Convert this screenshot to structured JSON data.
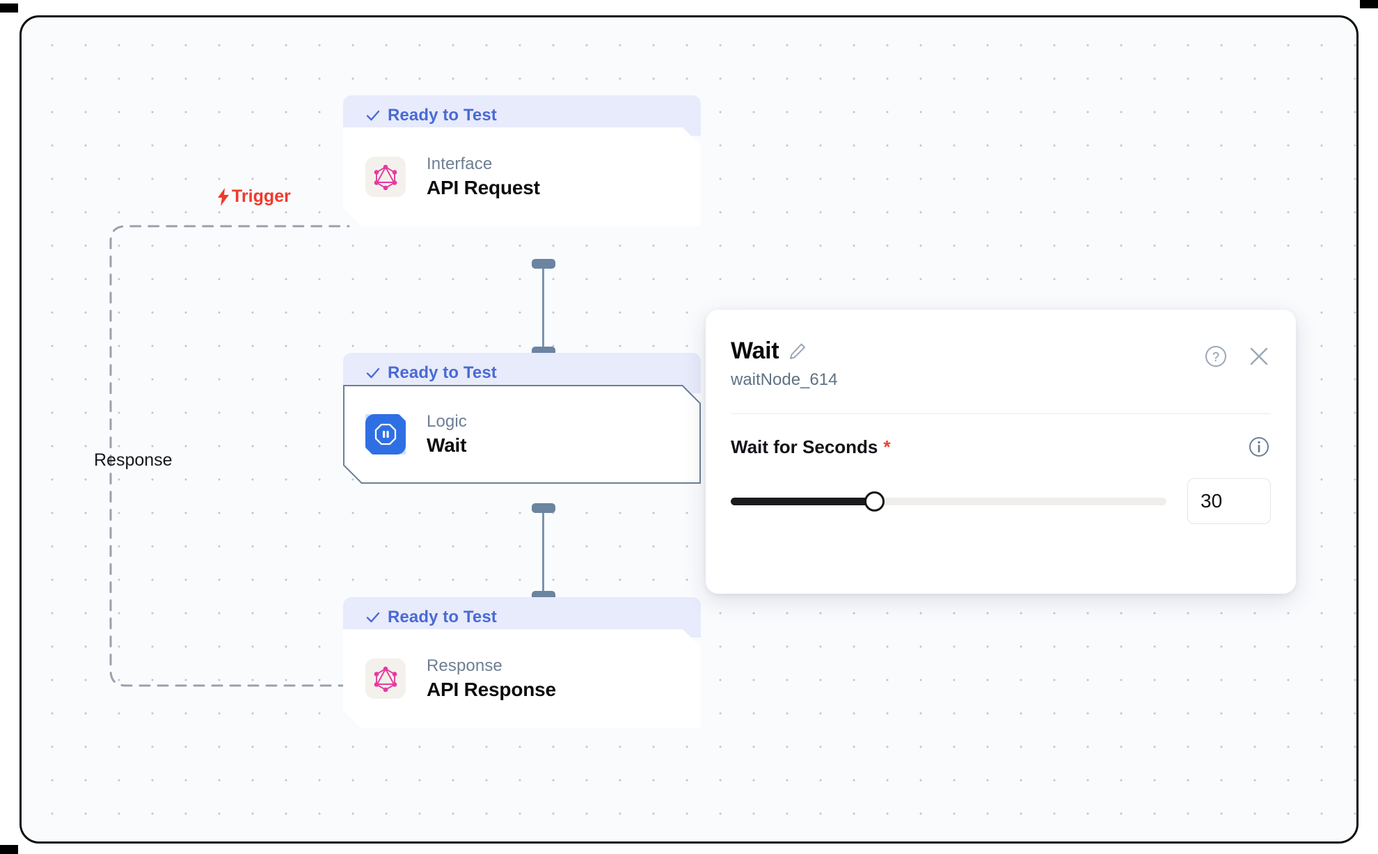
{
  "canvas": {
    "status_label": "Ready to Test",
    "nodes": [
      {
        "id": "api-request",
        "kind": "Interface",
        "title": "API Request",
        "icon": "graphql-icon",
        "status": "Ready to Test",
        "selected": false
      },
      {
        "id": "wait",
        "kind": "Logic",
        "title": "Wait",
        "icon": "pause-octagon-icon",
        "status": "Ready to Test",
        "selected": true
      },
      {
        "id": "api-response",
        "kind": "Response",
        "title": "API Response",
        "icon": "graphql-icon",
        "status": "Ready to Test",
        "selected": false
      }
    ],
    "edge_labels": {
      "trigger": "Trigger",
      "response": "Response"
    },
    "icons": {
      "status_check": "check-icon",
      "trigger_bolt": "lightning-bolt-icon"
    }
  },
  "panel": {
    "title": "Wait",
    "subtitle": "waitNode_614",
    "edit_icon": "pencil-icon",
    "help_icon": "help-circle-icon",
    "close_icon": "close-icon",
    "field": {
      "label": "Wait for Seconds",
      "required_mark": "*",
      "info_icon": "info-circle-icon",
      "value": "30",
      "slider_percent": 33,
      "slider_min": 0,
      "slider_max": 90
    }
  },
  "colors": {
    "status_text": "#4a6ad4",
    "status_bg": "#e7ebfb",
    "trigger": "#f0392b",
    "logic_icon": "#2f6fe4",
    "graphql": "#e53aa0",
    "handle": "#6b84a0",
    "required": "#ef4036"
  }
}
